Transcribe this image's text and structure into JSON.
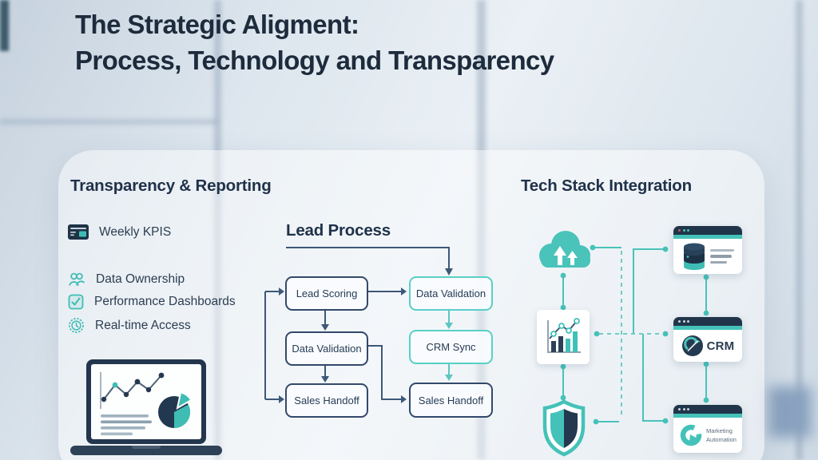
{
  "title": {
    "line1": "The Strategic Aligment:",
    "line2": "Process, Technology and Transparency"
  },
  "left_panel": {
    "heading": "Transparency & Reporting",
    "items": [
      {
        "icon": "weekly-kpi-card-icon",
        "label": "Weekly KPIS"
      },
      {
        "icon": "data-ownership-icon",
        "label": "Data Ownership"
      },
      {
        "icon": "performance-checkbox-icon",
        "label": "Performance Dashboards"
      },
      {
        "icon": "realtime-badge-icon",
        "label": "Real-time Access"
      }
    ]
  },
  "lead_process": {
    "heading": "Lead Process",
    "nodes": {
      "lead_scoring": "Lead Scoring",
      "data_validation_top": "Data Validation",
      "data_validation_mid": "Data Validation",
      "crm_sync": "CRM Sync",
      "sales_handoff_left": "Sales Handoff",
      "sales_handoff_right": "Sales Handoff"
    }
  },
  "tech_stack": {
    "heading": "Tech Stack Integration",
    "crm_label": "CRM",
    "marketing_line1": "Marketing",
    "marketing_line2": "Automation"
  },
  "colors": {
    "teal": "#45C2B9",
    "navy": "#24384F",
    "flow_line_navy": "#3D5878",
    "title_text": "#1D2B3C"
  }
}
